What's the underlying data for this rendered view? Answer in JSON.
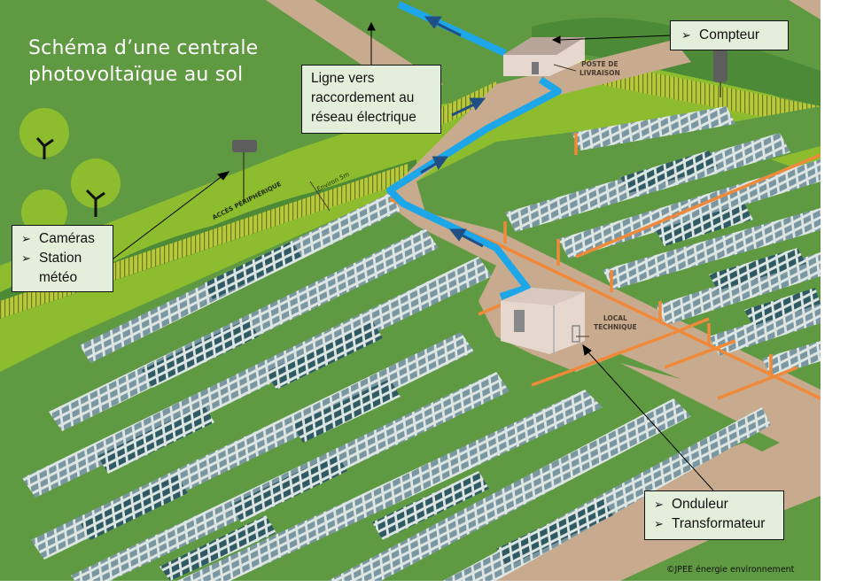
{
  "title": {
    "line1": "Schéma d’une centrale",
    "line2": "photovoltaïque au sol"
  },
  "callouts": {
    "ligne": {
      "lines": [
        "Ligne vers",
        "raccordement au",
        "réseau électrique"
      ]
    },
    "compteur": {
      "items": [
        "Compteur"
      ]
    },
    "cameras": {
      "items": [
        "Caméras",
        "Station"
      ],
      "continuation": "météo"
    },
    "onduleur": {
      "items": [
        "Onduleur",
        "Transformateur"
      ]
    },
    "bullet_icon": "➢"
  },
  "labels": {
    "poste_line1": "POSTE DE",
    "poste_line2": "LIVRAISON",
    "local_line1": "LOCAL",
    "local_line2": "TECHNIQUE",
    "acces": "ACCÈS PÉRIPHÉRIQUE",
    "environ": "Environ 5m"
  },
  "copyright": "©JPEE énergie environnement",
  "colors": {
    "grass_dark": "#5f9a42",
    "grass_light": "#8dbd2e",
    "road": "#c8aa8e",
    "cable_blue": "#1ea7e8",
    "cable_orange": "#f08a3a",
    "panel_dark": "#2f5a63",
    "panel_light": "#7a96a0",
    "panel_frame": "#dde6e3",
    "callout_bg": "#e3eedb"
  }
}
